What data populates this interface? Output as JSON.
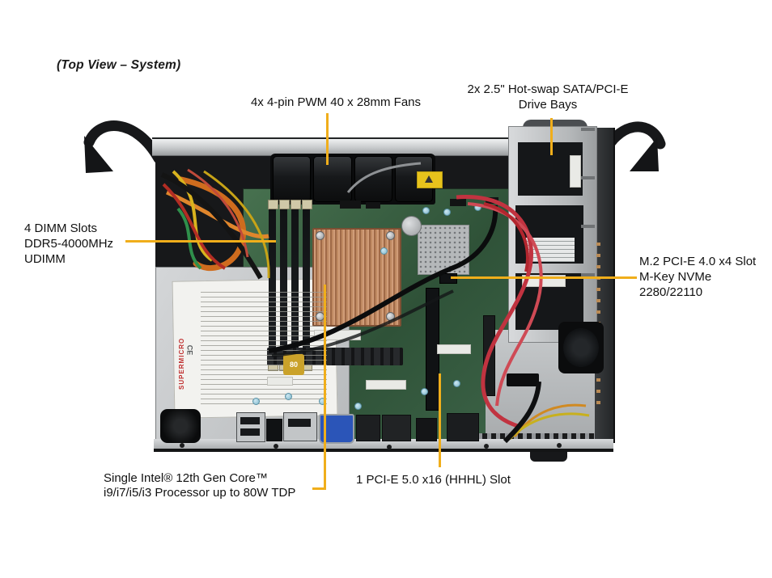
{
  "figure": {
    "title": "(Top View – System)"
  },
  "colors": {
    "callout_line": "#F0AE1B",
    "pcb_green": "#3F6B4F",
    "heatsink_copper": "#C08A62",
    "chassis_silver": "#C6C9CB"
  },
  "callouts": {
    "fans": {
      "lines": [
        "4x 4-pin PWM 40 x 28mm Fans"
      ]
    },
    "drive_bays": {
      "lines": [
        "2x 2.5\" Hot-swap SATA/PCI-E",
        "Drive Bays"
      ]
    },
    "dimm": {
      "lines": [
        "4 DIMM Slots",
        "DDR5-4000MHz",
        "UDIMM"
      ]
    },
    "m2": {
      "lines": [
        "M.2 PCI-E 4.0 x4 Slot",
        "M-Key NVMe",
        "2280/22110"
      ]
    },
    "cpu": {
      "lines": [
        "Single Intel® 12th Gen Core™",
        "i9/i7/i5/i3 Processor up to 80W TDP"
      ]
    },
    "pcie": {
      "lines": [
        "1 PCI-E 5.0 x16 (HHHL) Slot"
      ]
    }
  },
  "psu": {
    "brand": "SUPERMICRO",
    "badge": "80",
    "cert": "CE"
  }
}
